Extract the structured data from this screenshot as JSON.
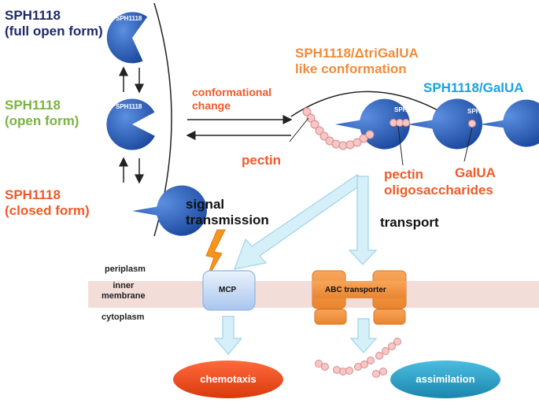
{
  "states": {
    "full_open": {
      "name": "SPH1118",
      "form": "(full open form)",
      "color": "#1f2a6b"
    },
    "open": {
      "name": "SPH1118",
      "form": "(open form)",
      "color": "#7cb342"
    },
    "closed": {
      "name": "SPH1118",
      "form": "(closed form)",
      "color": "#f05a28"
    }
  },
  "protein_label": "SPH1118",
  "conformational_change": {
    "line1": "conformational",
    "line2": "change",
    "color": "#f05a28"
  },
  "triGalUA": {
    "line1": "SPH1118/ΔtriGalUA",
    "line2": "like conformation",
    "color": "#f08c3c"
  },
  "galUA_complex": {
    "label": "SPH1118/GalUA",
    "color": "#1aa3e0"
  },
  "ligands": {
    "pectin": "pectin",
    "oligo_line1": "pectin",
    "oligo_line2": "oligosaccharides",
    "galua": "GalUA",
    "color": "#f05a28"
  },
  "signal": {
    "line1": "signal",
    "line2": "transmission"
  },
  "transport": "transport",
  "membrane": {
    "periplasm": "periplasm",
    "inner_line1": "inner",
    "inner_line2": "membrane",
    "cytoplasm": "cytoplasm"
  },
  "mcp": "MCP",
  "abc": "ABC transporter",
  "chemotaxis": "chemotaxis",
  "assimilation": "assimilation",
  "colors": {
    "protein": "#2e5fb5",
    "membrane": "#f2dcd8",
    "transporter": "#f29a4b",
    "mcp": "#cfe0f5",
    "bead": "#f7c6c6",
    "arrow": "#d6f0fa",
    "chemotaxis": "#f24a1d",
    "assimilation": "#2a9fc4"
  }
}
